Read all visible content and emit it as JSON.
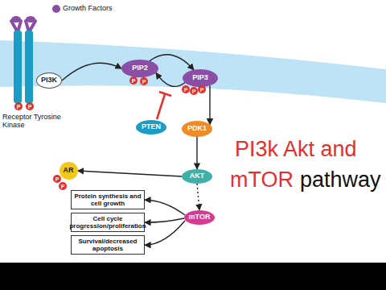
{
  "diagram": {
    "nodes": [
      {
        "text": [
          "PI3K"
        ]
      },
      {
        "text": [
          "PIP2"
        ]
      },
      {
        "text": [
          "PIP3"
        ]
      },
      {
        "text": [
          "PTEN"
        ]
      },
      {
        "text": [
          "PDK1"
        ]
      },
      {
        "text": [
          "AKT"
        ]
      },
      {
        "text": [
          "AR"
        ]
      },
      {
        "text": [
          "Protein synthesis and cell growth"
        ]
      },
      {
        "text": [
          "Cell cycle progression/proliferation"
        ]
      },
      {
        "text": [
          "Survival/decreased apoptosis"
        ]
      },
      {
        "text": [
          "mTOR"
        ]
      },
      {
        "text": [
          "P"
        ]
      },
      {
        "text": [
          "P"
        ]
      },
      {
        "text": [
          "P"
        ]
      },
      {
        "text": [
          "P"
        ]
      },
      {
        "text": [
          "P"
        ]
      },
      {
        "text": [
          "P"
        ]
      },
      {
        "text": [
          "P"
        ]
      },
      {
        "text": [
          "P"
        ]
      },
      {
        "text": [
          "P"
        ]
      }
    ],
    "edges": [
      {
        "from": 0,
        "to": 1,
        "arrow": "to"
      },
      {
        "from": 1,
        "to": 2,
        "arrow": "to"
      },
      {
        "from": 2,
        "to": 1,
        "arrow": "to"
      },
      {
        "from": 2,
        "to": 4,
        "arrow": "to"
      },
      {
        "from": 4,
        "to": 5,
        "arrow": "to"
      },
      {
        "from": 5,
        "to": 6,
        "arrow": "to"
      },
      {
        "from": 5,
        "to": 10,
        "arrow": "to"
      },
      {
        "from": 10,
        "to": 7,
        "arrow": "to"
      },
      {
        "from": 10,
        "to": 8,
        "arrow": "to"
      },
      {
        "from": 10,
        "to": 9,
        "arrow": "to"
      }
    ],
    "labels": [
      "Growth Factors",
      "Receptor Tyrosine Kinase",
      "PI3k Akt and",
      "mTOR",
      "pathway"
    ]
  }
}
